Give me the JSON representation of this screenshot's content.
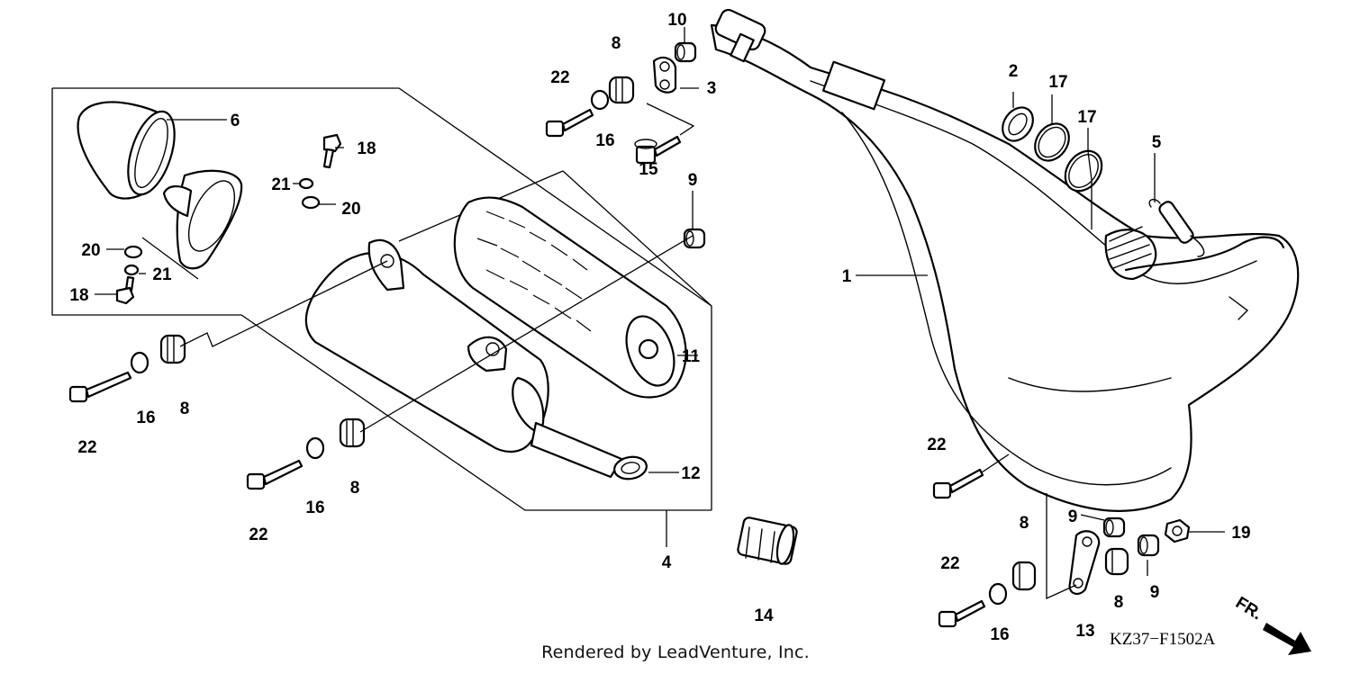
{
  "callouts": {
    "c1": "1",
    "c2": "2",
    "c3": "3",
    "c4": "4",
    "c5": "5",
    "c6": "6",
    "c8a": "8",
    "c8b": "8",
    "c8c": "8",
    "c8d": "8",
    "c8e": "8",
    "c9a": "9",
    "c9b": "9",
    "c9c": "9",
    "c10": "10",
    "c11": "11",
    "c12": "12",
    "c13": "13",
    "c14": "14",
    "c15": "15",
    "c16a": "16",
    "c16b": "16",
    "c16c": "16",
    "c16d": "16",
    "c17a": "17",
    "c17b": "17",
    "c18a": "18",
    "c18b": "18",
    "c19": "19",
    "c20a": "20",
    "c20b": "20",
    "c21a": "21",
    "c21b": "21",
    "c22a": "22",
    "c22b": "22",
    "c22c": "22",
    "c22d": "22",
    "c22e": "22"
  },
  "diagram_code": "KZ37−F1502A",
  "direction_label": "FR.",
  "credit": "Rendered by LeadVenture, Inc."
}
